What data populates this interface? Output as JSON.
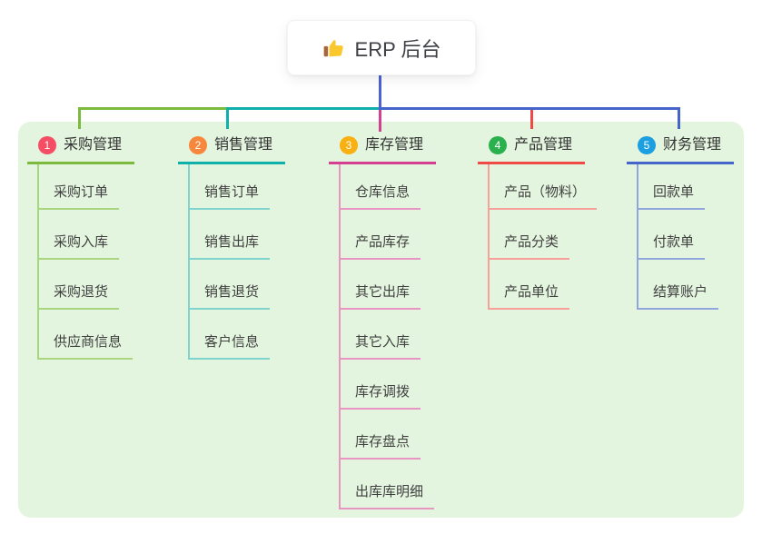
{
  "root": {
    "title": "ERP 后台",
    "icon": "thumbs-up-icon"
  },
  "branches": [
    {
      "index": "1",
      "label": "采购管理",
      "badge_color": "#f54e64",
      "line_color": "#7cba3d",
      "light_line_color": "#a9d480",
      "children": [
        "采购订单",
        "采购入库",
        "采购退货",
        "供应商信息"
      ]
    },
    {
      "index": "2",
      "label": "销售管理",
      "badge_color": "#f6873c",
      "line_color": "#10b0aa",
      "light_line_color": "#7fd4cd",
      "children": [
        "销售订单",
        "销售出库",
        "销售退货",
        "客户信息"
      ]
    },
    {
      "index": "3",
      "label": "库存管理",
      "badge_color": "#f9b013",
      "line_color": "#d43f90",
      "light_line_color": "#e895c4",
      "children": [
        "仓库信息",
        "产品库存",
        "其它出库",
        "其它入库",
        "库存调拨",
        "库存盘点",
        "出库库明细"
      ]
    },
    {
      "index": "4",
      "label": "产品管理",
      "badge_color": "#2ab14d",
      "line_color": "#ef4a45",
      "light_line_color": "#f7a09a",
      "children": [
        "产品（物料）",
        "产品分类",
        "产品单位"
      ]
    },
    {
      "index": "5",
      "label": "财务管理",
      "badge_color": "#1c9fe0",
      "line_color": "#4565cb",
      "light_line_color": "#90a7de",
      "children": [
        "回款单",
        "付款单",
        "结算账户"
      ]
    }
  ],
  "colors": {
    "canvas_bg": "#ffffff",
    "panel_bg": "#e4f5df",
    "root_connector": "#4b62d5",
    "heading_text": "#333333",
    "child_text": "#404040",
    "root_text": "#3e4045",
    "thumb_icon": "#fac82d",
    "thumb_cuff": "#a9653b"
  }
}
